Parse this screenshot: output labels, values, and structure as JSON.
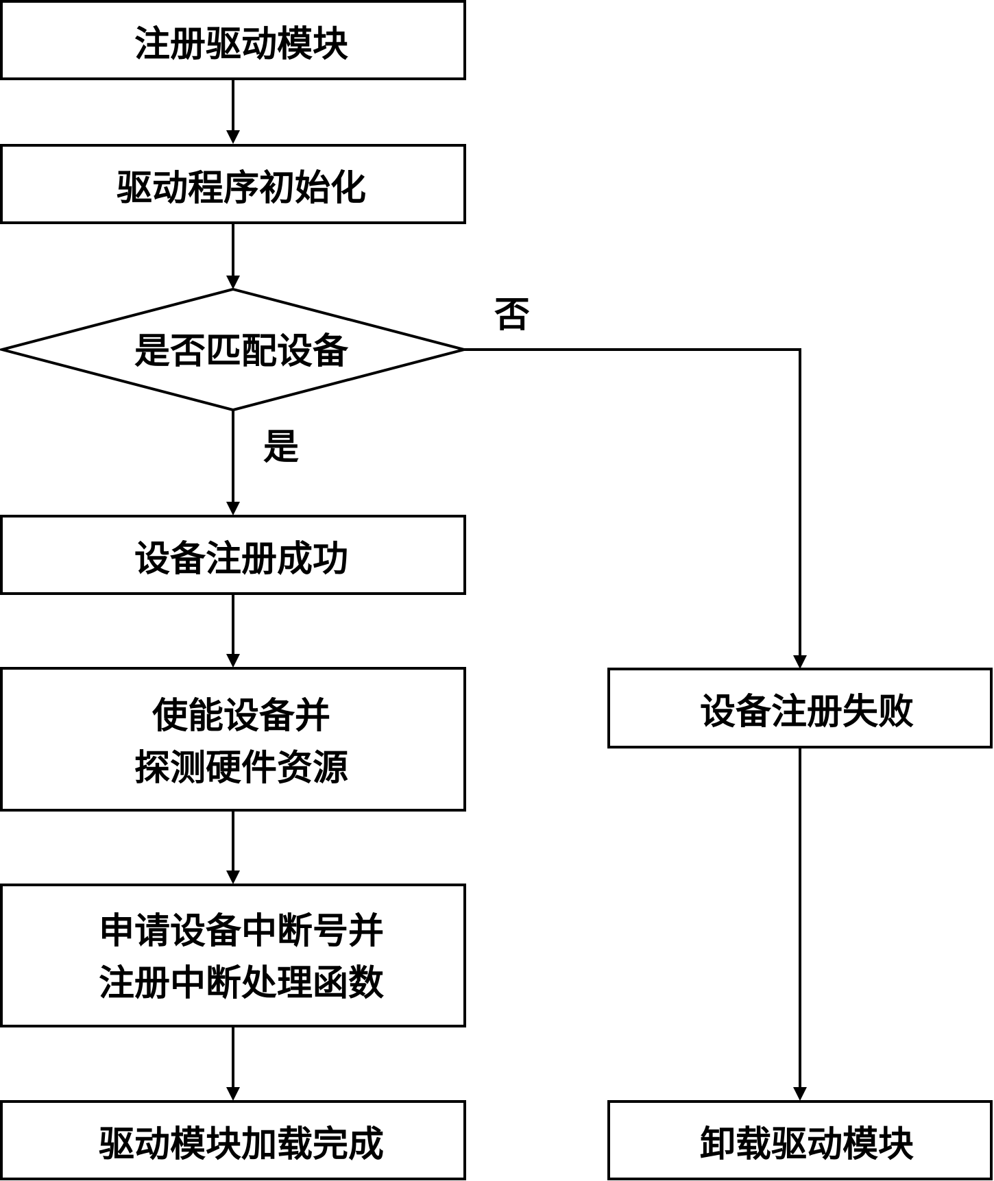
{
  "diagram": {
    "type": "flowchart",
    "nodes": {
      "register_module": {
        "shape": "rect",
        "lines": [
          "注册驱动模块"
        ]
      },
      "driver_init": {
        "shape": "rect",
        "lines": [
          "驱动程序初始化"
        ]
      },
      "match_device": {
        "shape": "diamond",
        "lines": [
          "是否匹配设备"
        ]
      },
      "register_success": {
        "shape": "rect",
        "lines": [
          "设备注册成功"
        ]
      },
      "enable_probe": {
        "shape": "rect",
        "lines": [
          "使能设备并",
          "探测硬件资源"
        ]
      },
      "request_irq": {
        "shape": "rect",
        "lines": [
          "申请设备中断号并",
          "注册中断处理函数"
        ]
      },
      "load_complete": {
        "shape": "rect",
        "lines": [
          "驱动模块加载完成"
        ]
      },
      "register_fail": {
        "shape": "rect",
        "lines": [
          "设备注册失败"
        ]
      },
      "unload_module": {
        "shape": "rect",
        "lines": [
          "卸载驱动模块"
        ]
      }
    },
    "edges": [
      {
        "from": "register_module",
        "to": "driver_init",
        "label": ""
      },
      {
        "from": "driver_init",
        "to": "match_device",
        "label": ""
      },
      {
        "from": "match_device",
        "to": "register_success",
        "label": "是"
      },
      {
        "from": "match_device",
        "to": "register_fail",
        "label": "否"
      },
      {
        "from": "register_success",
        "to": "enable_probe",
        "label": ""
      },
      {
        "from": "enable_probe",
        "to": "request_irq",
        "label": ""
      },
      {
        "from": "request_irq",
        "to": "load_complete",
        "label": ""
      },
      {
        "from": "register_fail",
        "to": "unload_module",
        "label": ""
      }
    ]
  }
}
